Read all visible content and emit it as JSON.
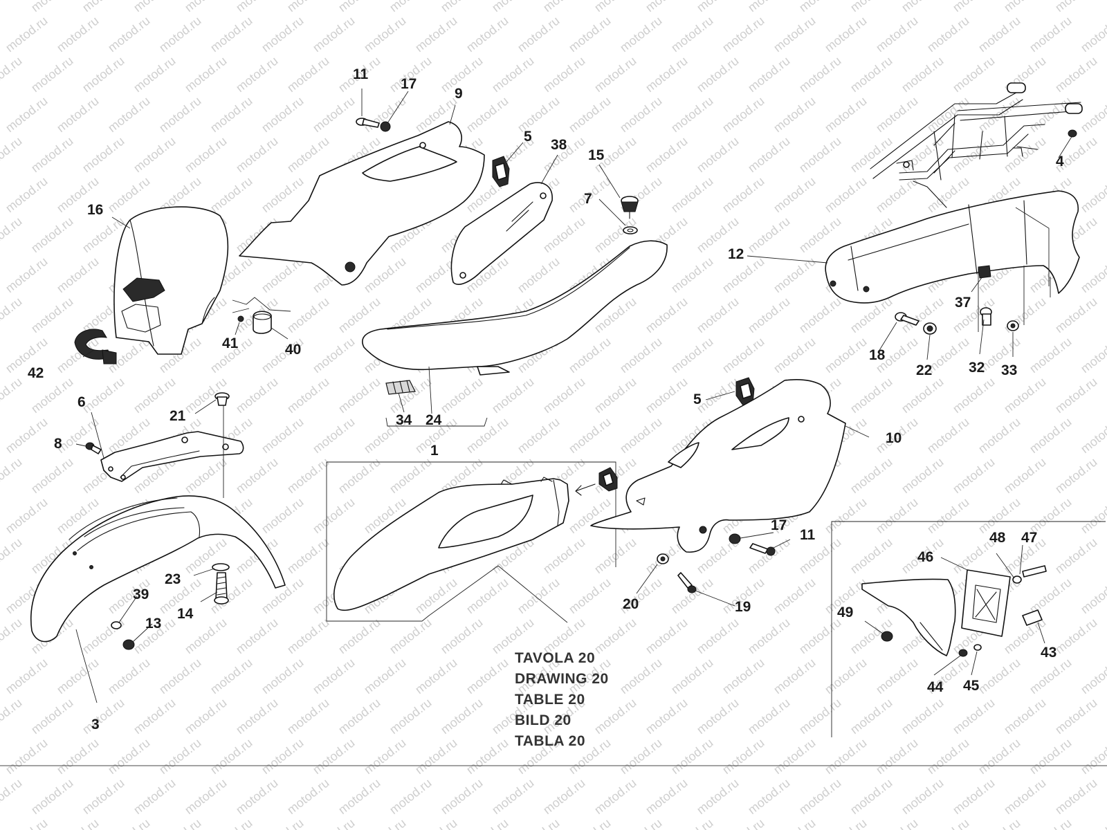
{
  "watermark_text": "motod.ru",
  "callouts": {
    "c1": "1",
    "c3": "3",
    "c4": "4",
    "c5a": "5",
    "c5b": "5",
    "c6": "6",
    "c7": "7",
    "c8": "8",
    "c9": "9",
    "c10": "10",
    "c11a": "11",
    "c11b": "11",
    "c12": "12",
    "c13": "13",
    "c14": "14",
    "c15": "15",
    "c16": "16",
    "c17a": "17",
    "c17b": "17",
    "c18": "18",
    "c19": "19",
    "c20": "20",
    "c21": "21",
    "c22": "22",
    "c23": "23",
    "c24": "24",
    "c32": "32",
    "c33": "33",
    "c34": "34",
    "c37": "37",
    "c38": "38",
    "c39": "39",
    "c40": "40",
    "c41": "41",
    "c42": "42",
    "c43": "43",
    "c44": "44",
    "c45": "45",
    "c46": "46",
    "c47": "47",
    "c48": "48",
    "c49": "49"
  },
  "reference_lines": [
    "TAVOLA 20",
    "DRAWING 20",
    "TABLE 20",
    "BILD 20",
    "TABLA 20"
  ]
}
